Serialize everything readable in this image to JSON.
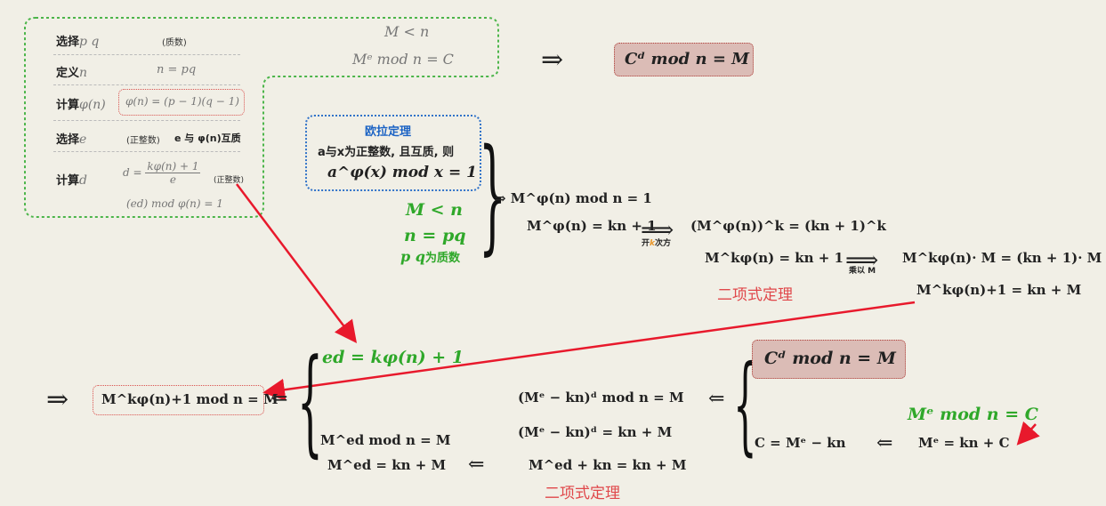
{
  "steps": {
    "choose_pq_label": "选择",
    "choose_pq_var": "p q",
    "choose_pq_note": "(质数)",
    "define_n_label": "定义",
    "define_n_var": "n",
    "define_n_formula": "n = pq",
    "compute_phi_label": "计算",
    "compute_phi_var": "φ(n)",
    "compute_phi_formula": "φ(n) = (p − 1)(q − 1)",
    "choose_e_label": "选择",
    "choose_e_var": "e",
    "choose_e_note": "(正整数)",
    "choose_e_cond": "e 与 φ(n)互质",
    "compute_d_label": "计算",
    "compute_d_var": "d",
    "compute_d_lhs": "d =",
    "compute_d_num": "kφ(n) + 1",
    "compute_d_den": "e",
    "compute_d_note": "(正整数)",
    "compute_d_mod": "(ed) mod φ(n) = 1"
  },
  "top": {
    "m_lt_n": "M < n",
    "encrypt": "Mᵉ mod n = C",
    "implies": "⇒",
    "decrypt": "Cᵈ mod n = M"
  },
  "euler": {
    "title": "欧拉定理",
    "line1": "a与x为正整数, 且互质, 则",
    "line2": "a^φ(x) mod x = 1"
  },
  "conditions": {
    "c1": "M < n",
    "c2": "n = pq",
    "c3_vars": "p q",
    "c3_text": "为质数"
  },
  "derivation": {
    "d1": "⇒ M^φ(n) mod n = 1",
    "d2": "M^φ(n) = kn + 1",
    "arrow1_label_a": "开",
    "arrow1_label_k": "k",
    "arrow1_label_b": "次方",
    "d3": "(M^φ(n))^k = (kn + 1)^k",
    "d4": "M^kφ(n) = kn + 1",
    "arrow2_label": "乘以 M",
    "d5": "M^kφ(n)· M = (kn + 1)· M",
    "binomial1": "二项式定理",
    "d6": "M^kφ(n)+1 = kn + M"
  },
  "bottom": {
    "implies": "⇒",
    "result": "M^kφ(n)+1 mod n = M",
    "leftarrow": "⇐",
    "ed_eq": "ed = kφ(n) + 1",
    "med_mod": "M^ed mod n = M",
    "med_eq": "M^ed = kn + M",
    "mid1": "(Mᵉ − kn)ᵈ mod n = M",
    "mid2": "(Mᵉ − kn)ᵈ = kn + M",
    "mid3": "M^ed + kn = kn + M",
    "binomial2": "二项式定理",
    "cd_box": "Cᵈ mod n = M",
    "c_eq": "C = Mᵉ − kn",
    "me_mod_green": "Mᵉ mod n = C",
    "me_eq": "Mᵉ = kn + C"
  },
  "colors": {
    "green": "#2fa82a",
    "red_arrow": "#e8192c",
    "orange": "#e8962a",
    "blue": "#1a62c4",
    "pink_box": "#dbbcb6"
  }
}
